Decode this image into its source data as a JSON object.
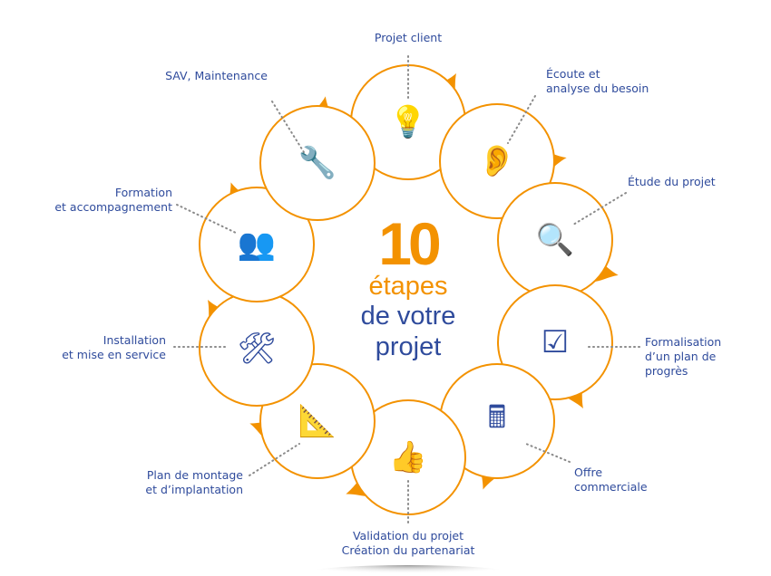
{
  "center": {
    "number": "10",
    "line1": "étapes",
    "line2": "de votre",
    "line3": "projet"
  },
  "colors": {
    "orange": "#f39200",
    "blue": "#2f4b9c",
    "dots": "#8a8a8a"
  },
  "steps": [
    {
      "lines": [
        "Projet client"
      ],
      "icon": "lightbulb-hand-icon",
      "glyph": "💡"
    },
    {
      "lines": [
        "Écoute et",
        "analyse du besoin"
      ],
      "icon": "ear-icon",
      "glyph": "👂"
    },
    {
      "lines": [
        "Étude du projet"
      ],
      "icon": "magnifier-icon",
      "glyph": "🔍"
    },
    {
      "lines": [
        "Formalisation",
        "d’un plan de",
        "progrès"
      ],
      "icon": "checklist-icon",
      "glyph": "☑"
    },
    {
      "lines": [
        "Offre",
        "commerciale"
      ],
      "icon": "calculator-document-icon",
      "glyph": "🖩"
    },
    {
      "lines": [
        "Validation du projet",
        "Création du partenariat"
      ],
      "icon": "thumbs-up-icon",
      "glyph": "👍"
    },
    {
      "lines": [
        "Plan de montage",
        "et d’implantation"
      ],
      "icon": "blueprint-icon",
      "glyph": "📐"
    },
    {
      "lines": [
        "Installation",
        "et mise en service"
      ],
      "icon": "tools-icon",
      "glyph": "🛠"
    },
    {
      "lines": [
        "Formation",
        "et accompagnement"
      ],
      "icon": "training-board-icon",
      "glyph": "👥"
    },
    {
      "lines": [
        "SAV, Maintenance"
      ],
      "icon": "wrench-hand-icon",
      "glyph": "🔧"
    }
  ]
}
